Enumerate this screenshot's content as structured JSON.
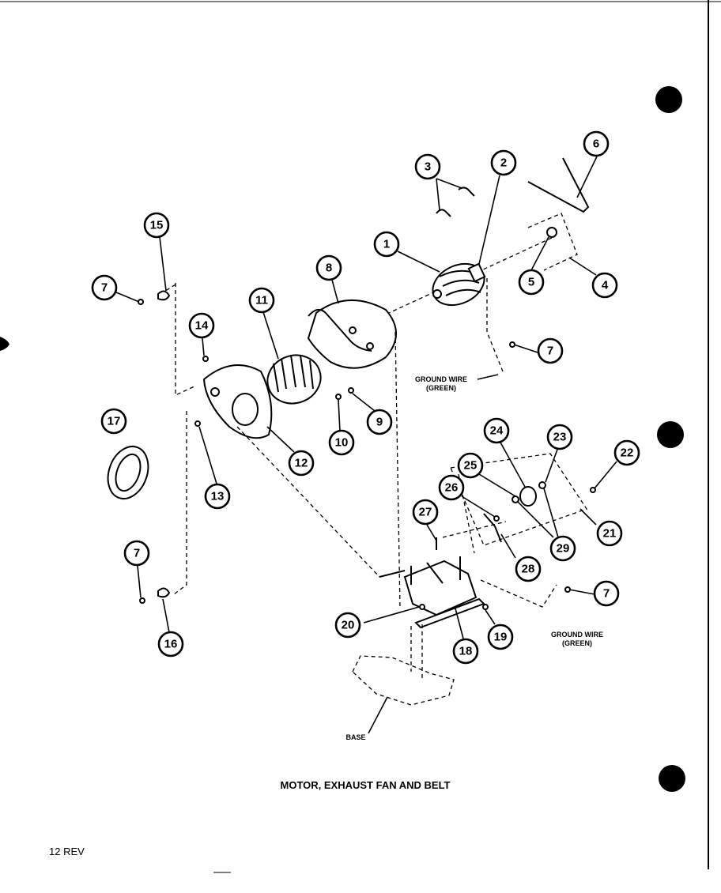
{
  "diagram": {
    "title": "MOTOR, EXHAUST FAN AND BELT",
    "page_number": "12 REV",
    "notes": {
      "ground_wire_top": [
        "GROUND WIRE",
        "(GREEN)"
      ],
      "ground_wire_bottom": [
        "GROUND WIRE",
        "(GREEN)"
      ],
      "base": "BASE"
    },
    "callouts": [
      "1",
      "2",
      "3",
      "4",
      "5",
      "6",
      "7",
      "7",
      "7",
      "7",
      "8",
      "9",
      "10",
      "11",
      "12",
      "13",
      "14",
      "15",
      "16",
      "17",
      "18",
      "19",
      "20",
      "21",
      "22",
      "23",
      "24",
      "25",
      "26",
      "27",
      "28",
      "29"
    ]
  }
}
